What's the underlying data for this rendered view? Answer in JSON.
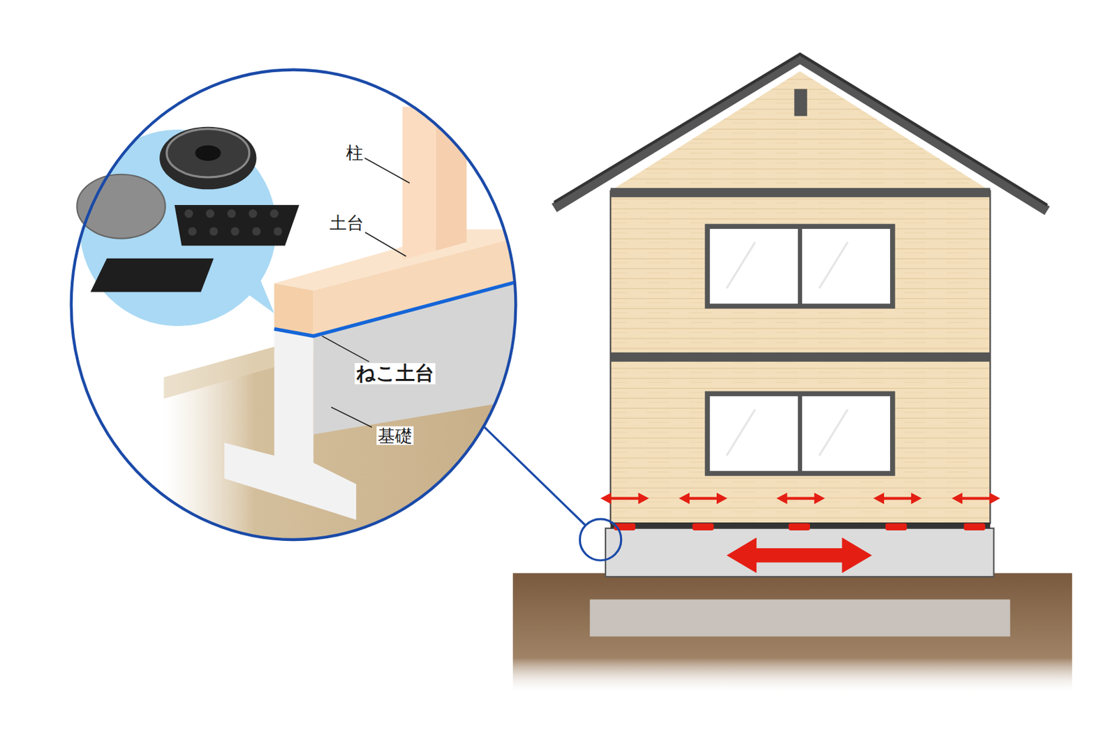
{
  "diagram": {
    "labels": [
      "柱",
      "土台",
      "ねこ土台",
      "基礎"
    ]
  }
}
